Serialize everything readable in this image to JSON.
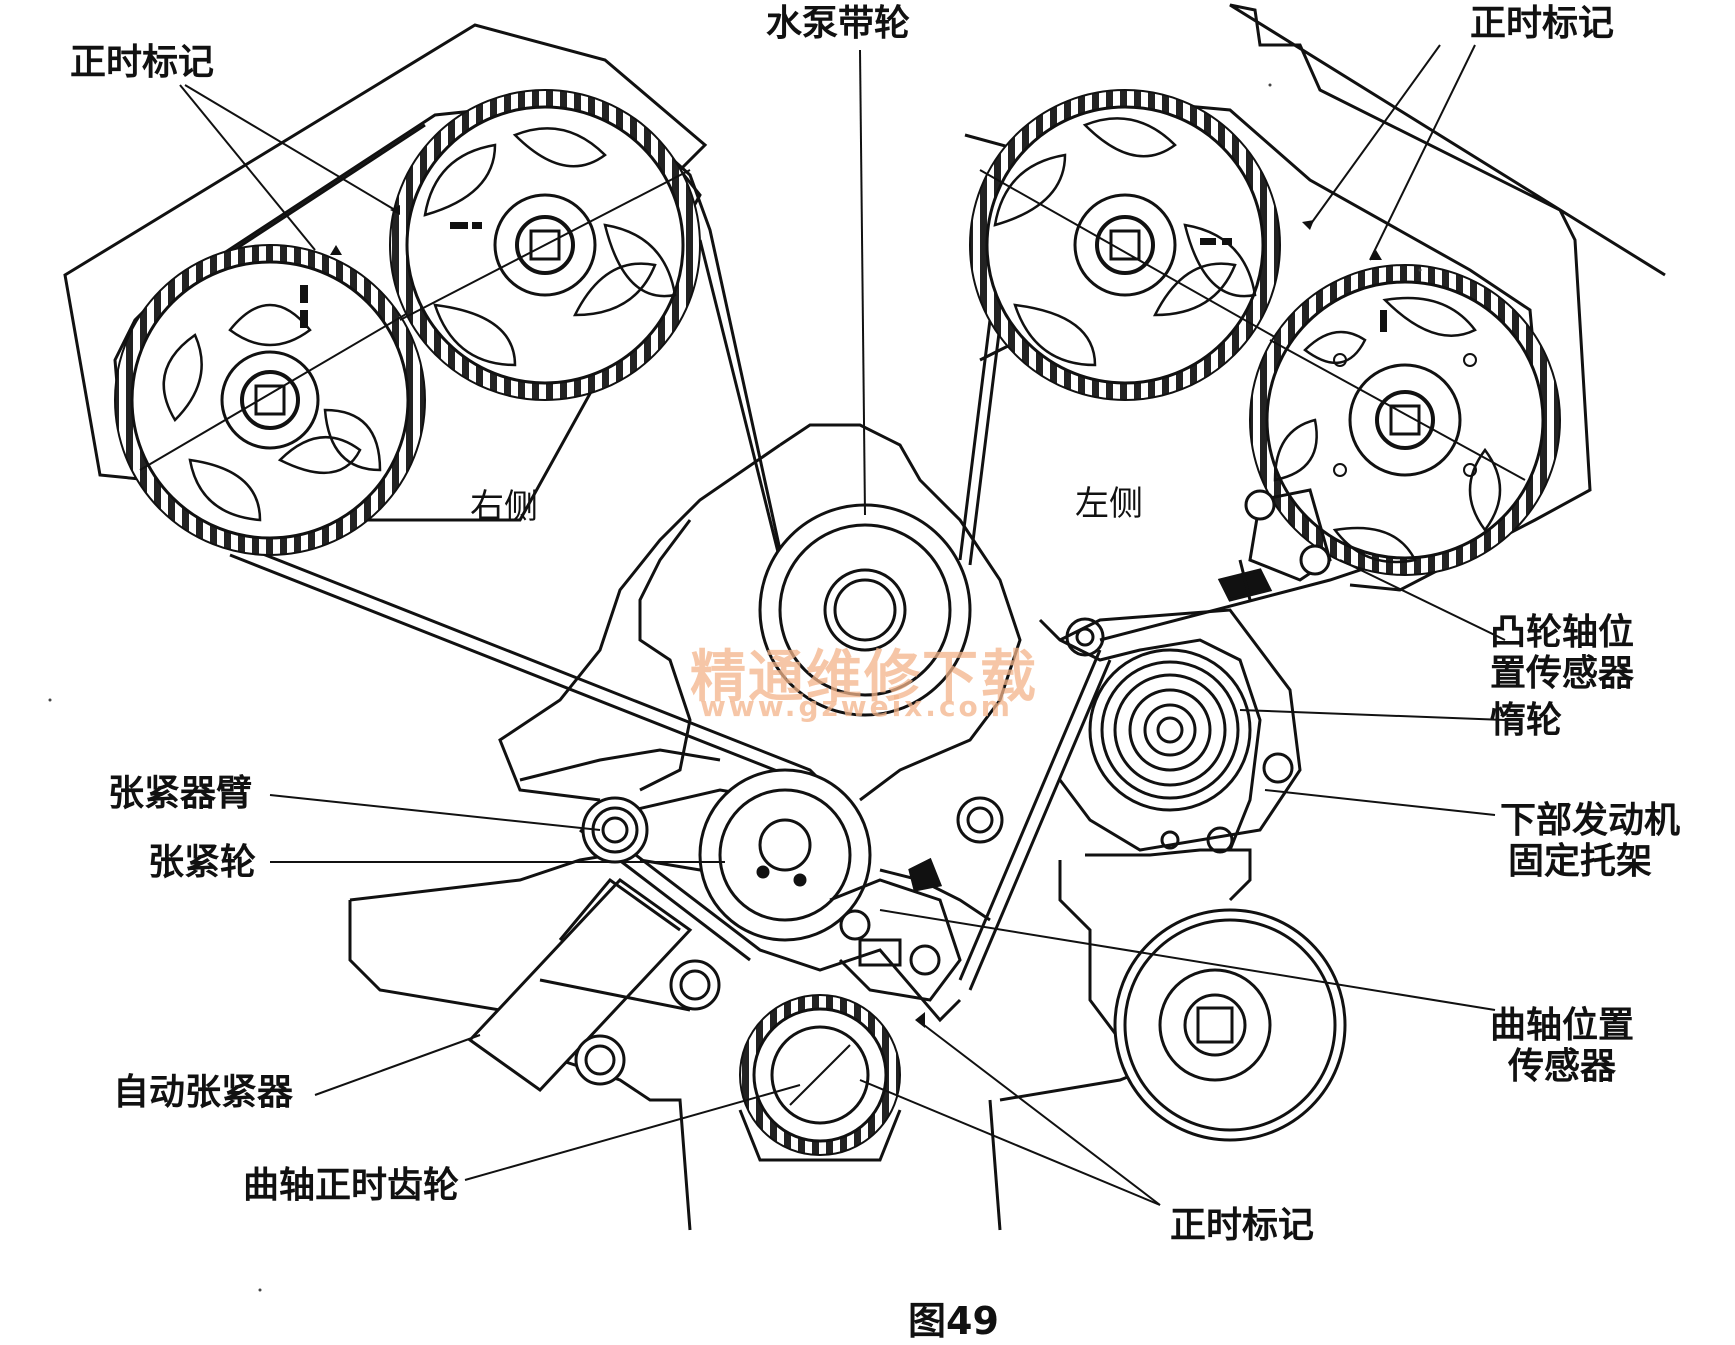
{
  "labels": {
    "timing_mark_left": "正时标记",
    "water_pump_pulley": "水泵带轮",
    "timing_mark_right": "正时标记",
    "right_side": "右侧",
    "left_side": "左侧",
    "cam_sensor": [
      "凸轮轴位",
      "置传感器"
    ],
    "idler": "惰轮",
    "lower_mount": [
      "下部发动机",
      "固定托架"
    ],
    "tensioner_arm": "张紧器臂",
    "tensioner_pulley": "张紧轮",
    "auto_tensioner": "自动张紧器",
    "crank_sensor": [
      "曲轴位置",
      "传感器"
    ],
    "crank_gear": "曲轴正时齿轮",
    "timing_mark_bottom": "正时标记"
  },
  "watermark": {
    "title": "精通维修下载",
    "url": "www.gzweix.com"
  },
  "caption": "图49",
  "colors": {
    "ink": "#111111",
    "watermark": "#f3b48a"
  }
}
